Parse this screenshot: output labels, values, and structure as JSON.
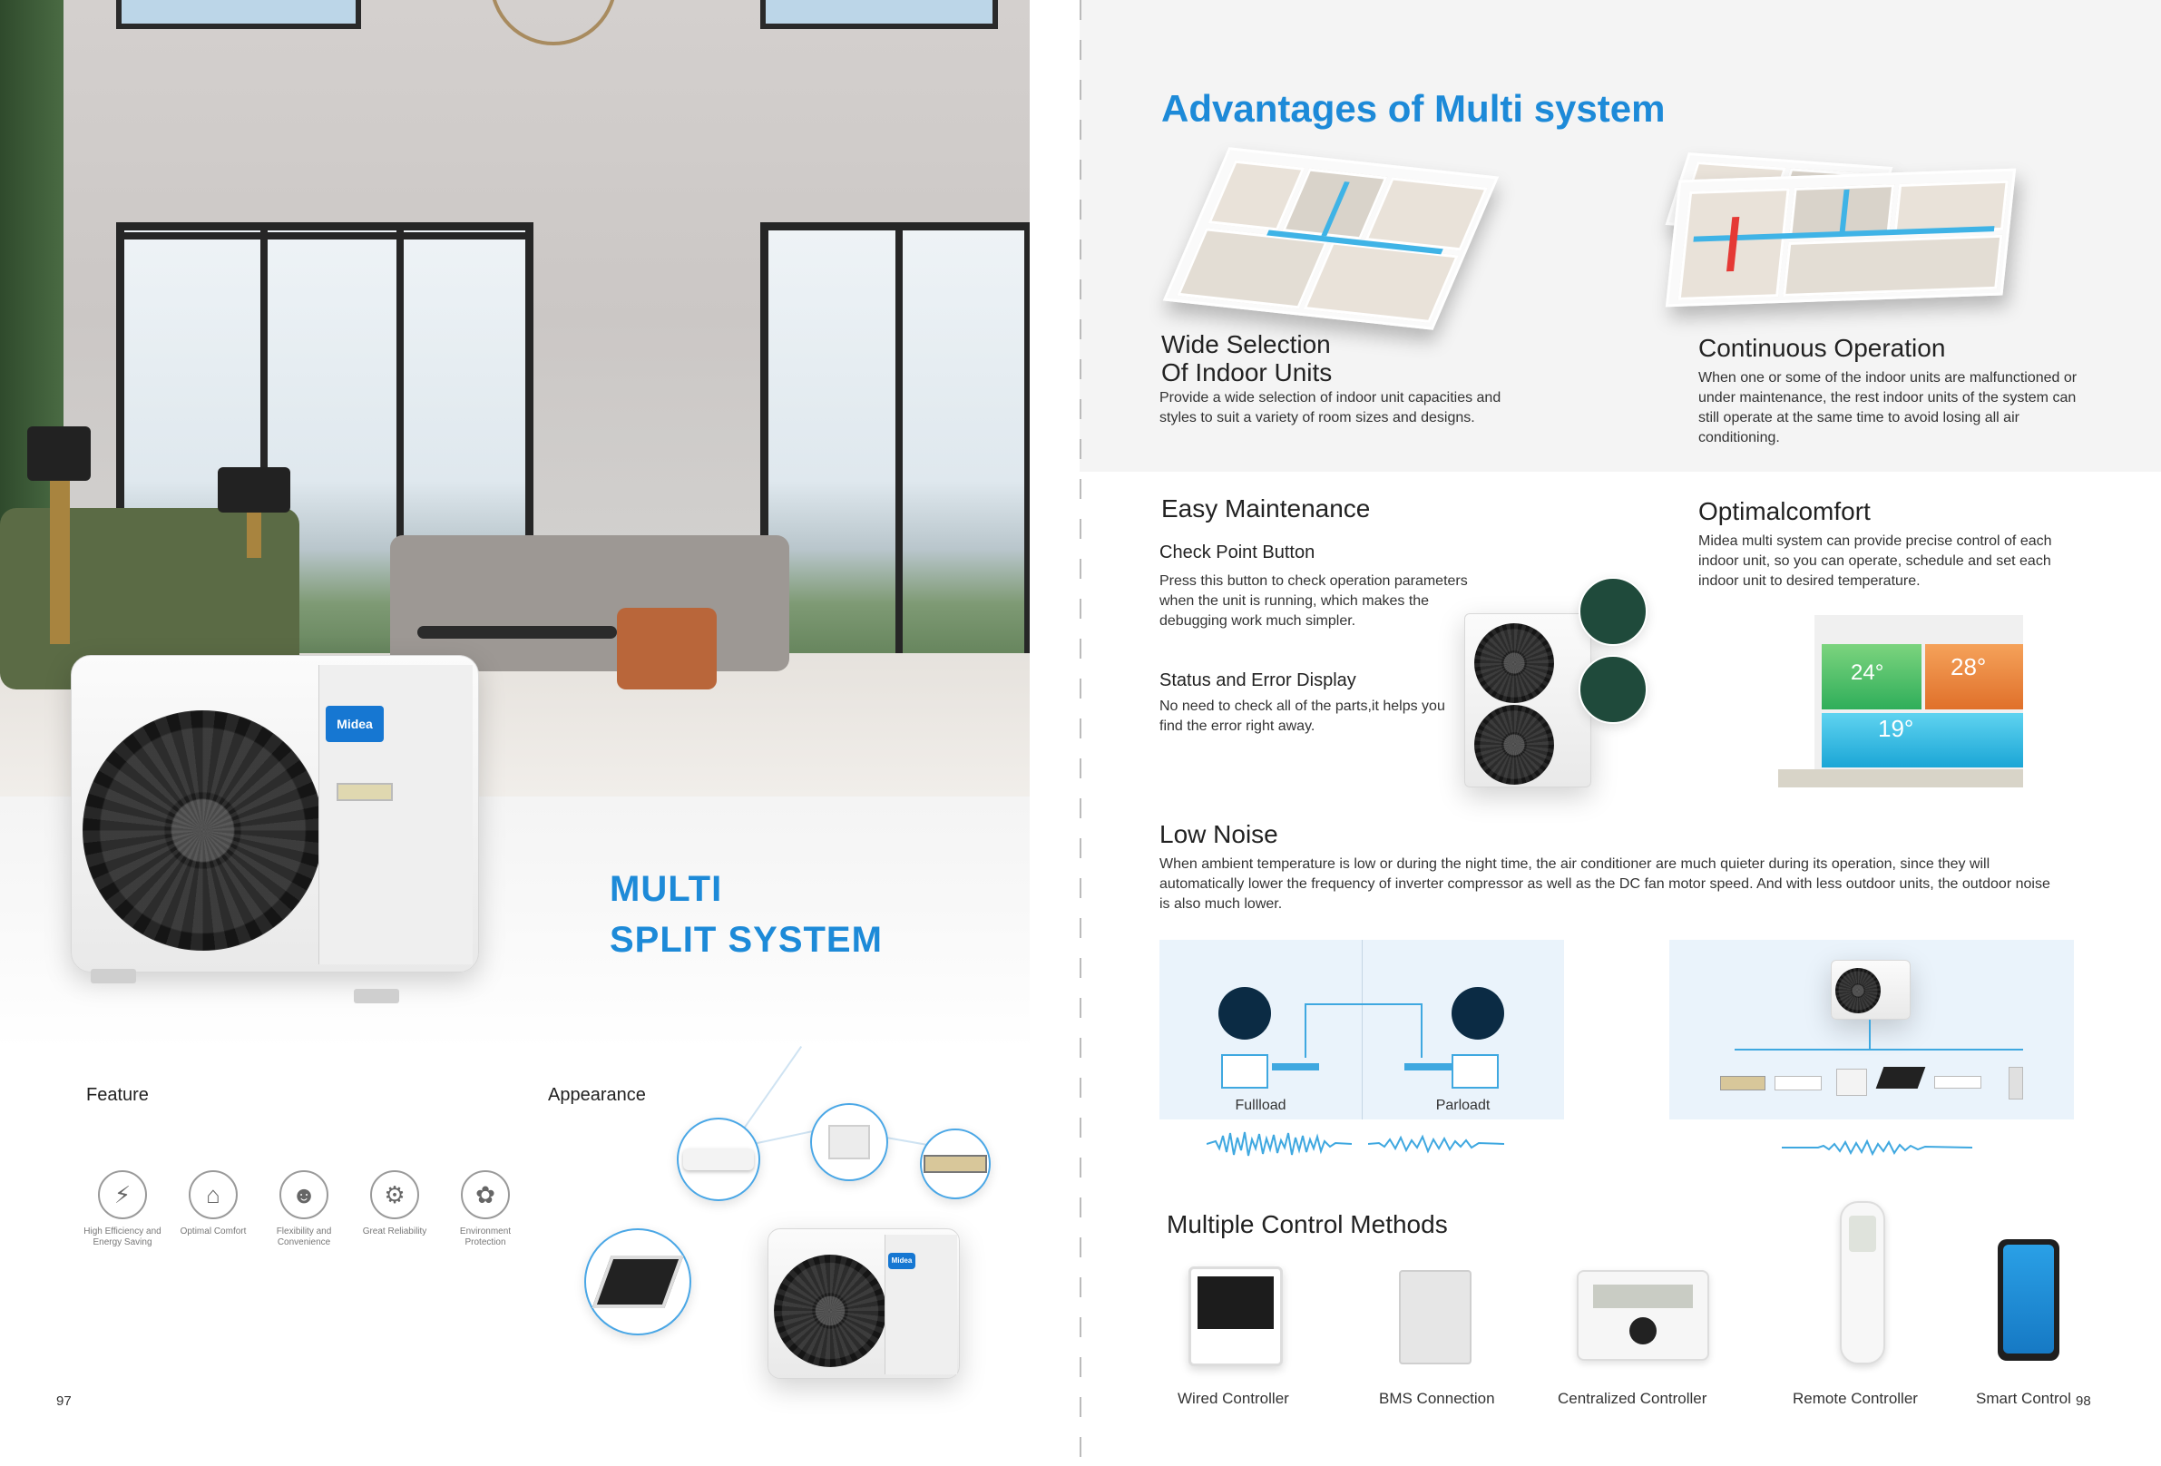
{
  "left_page": {
    "title_line1": "MULTI",
    "title_line2": "SPLIT SYSTEM",
    "feature_heading": "Feature",
    "appearance_heading": "Appearance",
    "brand_logo": "Midea",
    "features": [
      {
        "icon": "energy-saving-icon",
        "label_line1": "High Efficiency and",
        "label_line2": "Energy Saving"
      },
      {
        "icon": "comfort-icon",
        "label_line1": "Optimal Comfort",
        "label_line2": ""
      },
      {
        "icon": "users-icon",
        "label_line1": "Flexibility and",
        "label_line2": "Convenience"
      },
      {
        "icon": "reliability-icon",
        "label_line1": "Great Reliability",
        "label_line2": ""
      },
      {
        "icon": "environment-icon",
        "label_line1": "Environment",
        "label_line2": "Protection"
      }
    ],
    "page_number": "97"
  },
  "right_page": {
    "title": "Advantages of Multi system",
    "wide_selection": {
      "heading_line1": "Wide Selection",
      "heading_line2": "Of Indoor Units",
      "body": "Provide a wide selection of indoor unit capacities and styles to suit a variety of room sizes and designs."
    },
    "continuous_operation": {
      "heading": "Continuous Operation",
      "body": "When one or some of the indoor units are malfunctioned or under maintenance, the rest indoor units of the system can still operate at the same time to avoid losing all air conditioning."
    },
    "easy_maintenance": {
      "heading": "Easy Maintenance",
      "check_point_heading": "Check Point Button",
      "check_point_body": "Press this button to check operation parameters when the unit is running, which makes the debugging work much simpler.",
      "status_heading": "Status and Error Display",
      "status_body": "No need to check all of the parts,it helps you find the error right away."
    },
    "optimal_comfort": {
      "heading": "Optimalcomfort",
      "body": "Midea multi system can provide precise control of  each indoor unit, so you can operate, schedule and set each indoor unit to desired temperature.",
      "temps": [
        "24°",
        "28°",
        "19°"
      ]
    },
    "low_noise": {
      "heading": "Low Noise",
      "body": "When ambient temperature is low or during the night time, the air conditioner are much quieter during its operation, since they will automatically lower the frequency of inverter compressor as well as the DC fan motor speed. And with less outdoor units, the outdoor noise is also much lower.",
      "fullload_label": "Fullload",
      "partload_label": "Parloadt"
    },
    "control_methods": {
      "heading": "Multiple Control Methods",
      "items": [
        {
          "label": "Wired Controller"
        },
        {
          "label": "BMS Connection"
        },
        {
          "label": "Centralized Controller"
        },
        {
          "label": "Remote Controller"
        },
        {
          "label": "Smart Control"
        }
      ]
    },
    "page_number": "98"
  },
  "colors": {
    "accent_blue": "#1d8ad8",
    "panel_light_blue": "#eaf3fb",
    "duct_cyan": "#3fb3e6"
  }
}
